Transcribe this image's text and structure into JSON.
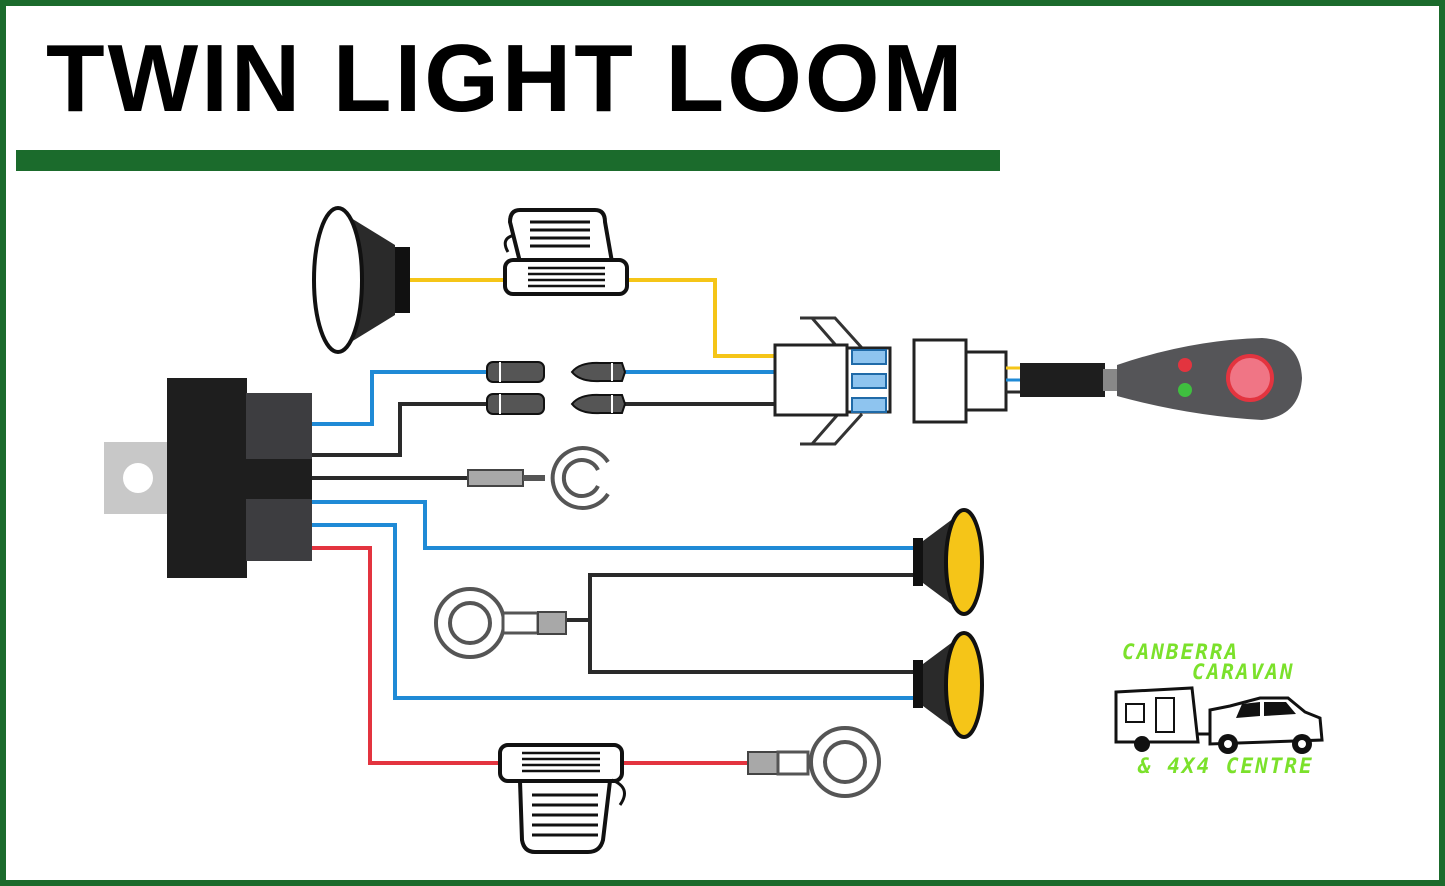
{
  "title": "TWIN LIGHT LOOM",
  "colors": {
    "border": "#1b6b2c",
    "wire_yellow": "#f5c518",
    "wire_blue": "#1f8ad6",
    "wire_black": "#2a2a2a",
    "wire_red": "#e3343f",
    "lamp_yellow": "#f5c518",
    "logo_green": "#7be12b"
  },
  "components": [
    {
      "id": "relay",
      "icon": "relay-icon"
    },
    {
      "id": "top-spot-light",
      "icon": "spot-light-icon"
    },
    {
      "id": "inline-fuse-top",
      "icon": "fuse-holder-icon"
    },
    {
      "id": "inline-fuse-bottom",
      "icon": "fuse-holder-icon"
    },
    {
      "id": "switch-connector",
      "icon": "connector-icon"
    },
    {
      "id": "dash-switch",
      "icon": "switch-icon"
    },
    {
      "id": "ground-fork-terminal",
      "icon": "fork-terminal-icon"
    },
    {
      "id": "ground-ring-terminal",
      "icon": "ring-terminal-icon"
    },
    {
      "id": "battery-ring-terminal",
      "icon": "ring-terminal-icon"
    },
    {
      "id": "driving-light-upper",
      "icon": "driving-light-icon"
    },
    {
      "id": "driving-light-lower",
      "icon": "driving-light-icon"
    }
  ],
  "logo": {
    "line1": "CANBERRA",
    "line2": "CARAVAN",
    "line3": "& 4X4 CENTRE",
    "icon": "caravan-truck-icon"
  }
}
